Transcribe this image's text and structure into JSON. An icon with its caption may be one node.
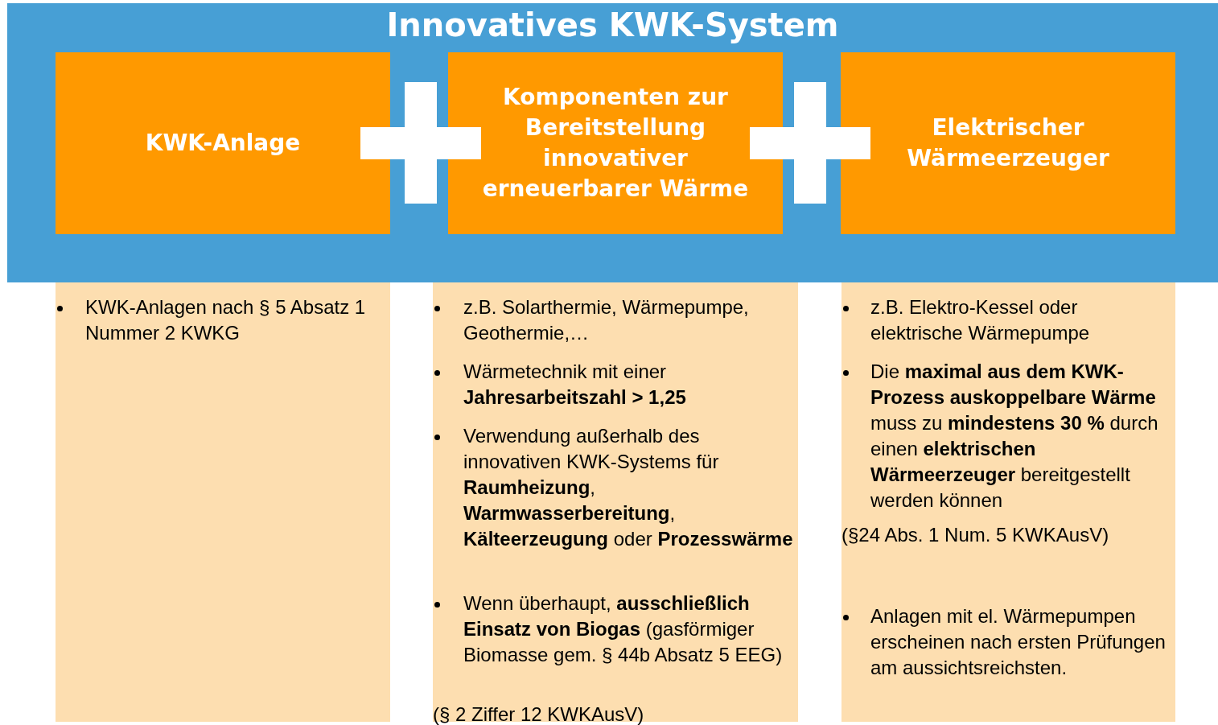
{
  "diagram": {
    "nodes": [
      {
        "text": [
          "Innovatives KWK-System"
        ]
      },
      {
        "text": [
          "KWK-Anlage"
        ],
        "in": 0
      },
      {
        "text": [
          "Komponenten zur Bereitstellung innovativer erneuerbarer Wärme"
        ],
        "in": 0
      },
      {
        "text": [
          "Elektrischer Wärmeerzeuger"
        ],
        "in": 0
      },
      {
        "text": [
          "KWK-Anlagen nach § 5 Absatz 1 Nummer 2 KWKG"
        ]
      },
      {
        "text": [
          "z.B. Solarthermie, Wärmepumpe, Geothermie,…",
          "Wärmetechnik mit einer **Jahresarbeitszahl > 1,25**",
          "Verwendung außerhalb des innovativen KWK-Systems für **Raumheizung**, **Warmwasserbereitung**, **Kälteerzeugung** oder **Prozesswärme**",
          "Wenn überhaupt, **ausschließlich Einsatz von Biogas** (gasförmiger Biomasse gem. § 44b Absatz 5 EEG)"
        ]
      },
      {
        "text": [
          "z.B. Elektro-Kessel oder elektrische Wärmepumpe",
          "Die **maximal aus dem KWK-Prozess auskoppelbare Wärme** muss zu **mindestens 30 %** durch einen **elektrischen Wärmeerzeuger** bereitgestellt werden können",
          "Anlagen mit el. Wärmepumpen erscheinen nach ersten Prüfungen am aussichtsreichsten."
        ]
      }
    ],
    "edges": [],
    "labels": [
      "(§ 2 Ziffer 12 KWKAusV)",
      "(§24 Abs. 1 Num. 5 KWKAusV)"
    ]
  }
}
